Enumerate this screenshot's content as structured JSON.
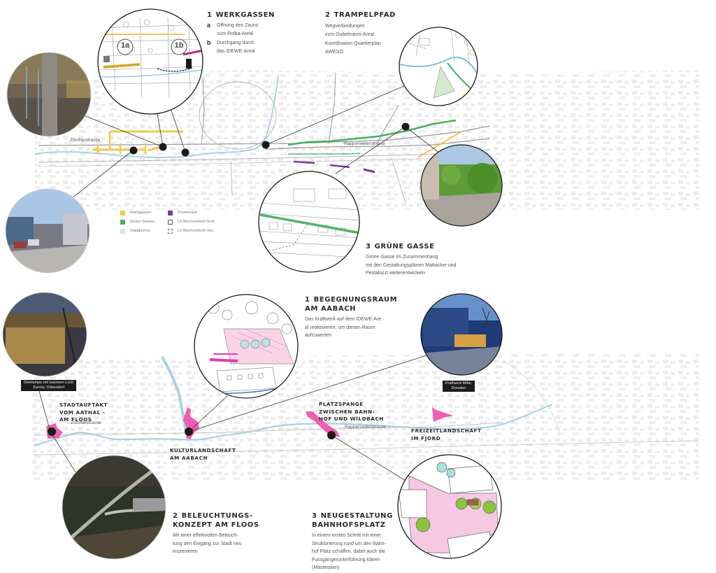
{
  "colors": {
    "werkgassen": "#f2c84b",
    "gruene_gassen": "#47b05f",
    "stadtperron": "#cfe7e0",
    "promenade": "#7d3c91",
    "pink_highlight": "#ee5fb2",
    "river": "#a9d3de",
    "road": "#8d8d8d",
    "marker": "#1a1a1a"
  },
  "top_panel": {
    "sections": [
      {
        "number": "1",
        "title": "WERKGASSEN",
        "items": [
          {
            "letter": "a",
            "lines": [
              "Öffnung des Zauns",
              "zum Rolba-Areal"
            ]
          },
          {
            "letter": "b",
            "lines": [
              "Durchgang durch",
              "das IDEWE-Areal"
            ]
          }
        ]
      },
      {
        "number": "2",
        "title": "TRAMPELPFAD",
        "lines": [
          "Wegverbindungen",
          "zum Gubelmann-Areal",
          "Koordination Quartierplan",
          "AWESO"
        ]
      },
      {
        "number": "3",
        "title": "GRÜNE GASSE",
        "lines": [
          "Grüne Gasse im Zusammenhang",
          "mit den Gestaltungsplänen Mattacker und",
          "Pestalozzi weiterentwickeln"
        ]
      }
    ],
    "plan_callouts": [
      "1a",
      "1b"
    ],
    "streets": [
      "Zürcherstrasse",
      "Rapperswilerstrasse"
    ],
    "legend": [
      {
        "label": "Werkgassen",
        "style": "fill",
        "color": "#f2c84b"
      },
      {
        "label": "Promenade",
        "style": "fill",
        "color": "#7d3c91"
      },
      {
        "label": "Grüne Gassen",
        "style": "fill",
        "color": "#47b05f"
      },
      {
        "label": "LV Mischverkehr best.",
        "style": "outline-solid",
        "color": "#555555"
      },
      {
        "label": "Stadtperron",
        "style": "fill",
        "color": "#cfe7e0"
      },
      {
        "label": "LV Mischverkehr neu",
        "style": "outline-dashed",
        "color": "#777777"
      }
    ],
    "images": [
      {
        "name": "photo-tree-fence",
        "kind": "photo",
        "subject": "tree with fence"
      },
      {
        "name": "plan-werkgassen-detail",
        "kind": "sketch",
        "subject": "Werkgassen 1a / 1b detail plan"
      },
      {
        "name": "plan-trampelpfad-detail",
        "kind": "sketch",
        "subject": "Trampelpfad detail plan"
      },
      {
        "name": "photo-green-path",
        "kind": "photo",
        "subject": "path with trees"
      },
      {
        "name": "plan-gruene-gasse-detail",
        "kind": "sketch",
        "subject": "Grüne Gasse detail plan"
      },
      {
        "name": "photo-street-parking",
        "kind": "photo",
        "subject": "street with parked cars"
      }
    ]
  },
  "bottom_panel": {
    "sections": [
      {
        "number": "1",
        "title_lines": [
          "BEGEGNUNGSRAUM",
          "AM AABACH"
        ],
        "lines": [
          "Das Kraftwerk auf dem IDEWE-Are -",
          "al reaktivieren, um diesen Raum",
          "aufzuwerten"
        ]
      },
      {
        "number": "2",
        "title_lines": [
          "BELEUCHTUNGS-",
          "KONZEPT AM FLOOS"
        ],
        "lines": [
          "Mit einer effektvollen Beleuch-",
          "tung den Eingang zur Stadt neu",
          "inszenieren"
        ]
      },
      {
        "number": "3",
        "title_lines": [
          "NEUGESTALTUNG",
          "BAHNHOFSPLATZ"
        ],
        "lines": [
          "In einem ersten Schritt mit einer",
          "Strukturierung rund um den Bahn-",
          "hof Platz schaffen, dabei auch die",
          "Fussgängerunterführung klären",
          "(Masterplan)"
        ]
      }
    ],
    "zones": [
      {
        "lines": [
          "STADTAUFTAKT",
          "VOM AATHAL -",
          "AM FLOOS"
        ]
      },
      {
        "lines": [
          "KULTURLANDSCHAFT",
          "AM AABACH"
        ]
      },
      {
        "lines": [
          "PLATZSPANGE",
          "ZWISCHEN BAHN-",
          "HOF UND WILDBACH"
        ]
      },
      {
        "lines": [
          "FREIZEITLANDSCHAFT",
          "IM FJORD"
        ]
      }
    ],
    "streets": [
      "Zürcherstrasse",
      "Rapperswilerstrasse"
    ],
    "captions": [
      {
        "lines": [
          "Stehlampe mit warmem Licht",
          "Zwicky, Dübendorf"
        ]
      },
      {
        "lines": [
          "Kraftwerk Mitte,",
          "Dresden"
        ]
      }
    ],
    "images": [
      {
        "name": "photo-warm-lamp-night",
        "kind": "photo",
        "subject": "lamp with warm light at night"
      },
      {
        "name": "plan-begegnungsraum-detail",
        "kind": "sketch",
        "subject": "Begegnungsraum am Aabach plan"
      },
      {
        "name": "photo-kraftwerk-dusk",
        "kind": "photo",
        "subject": "Kraftwerk Mitte at dusk"
      },
      {
        "name": "photo-aerial-lighting",
        "kind": "photo",
        "subject": "aerial view lighting concept"
      },
      {
        "name": "sketch-bahnhofsplatz",
        "kind": "sketch",
        "subject": "Bahnhofsplatz redesign"
      }
    ]
  }
}
